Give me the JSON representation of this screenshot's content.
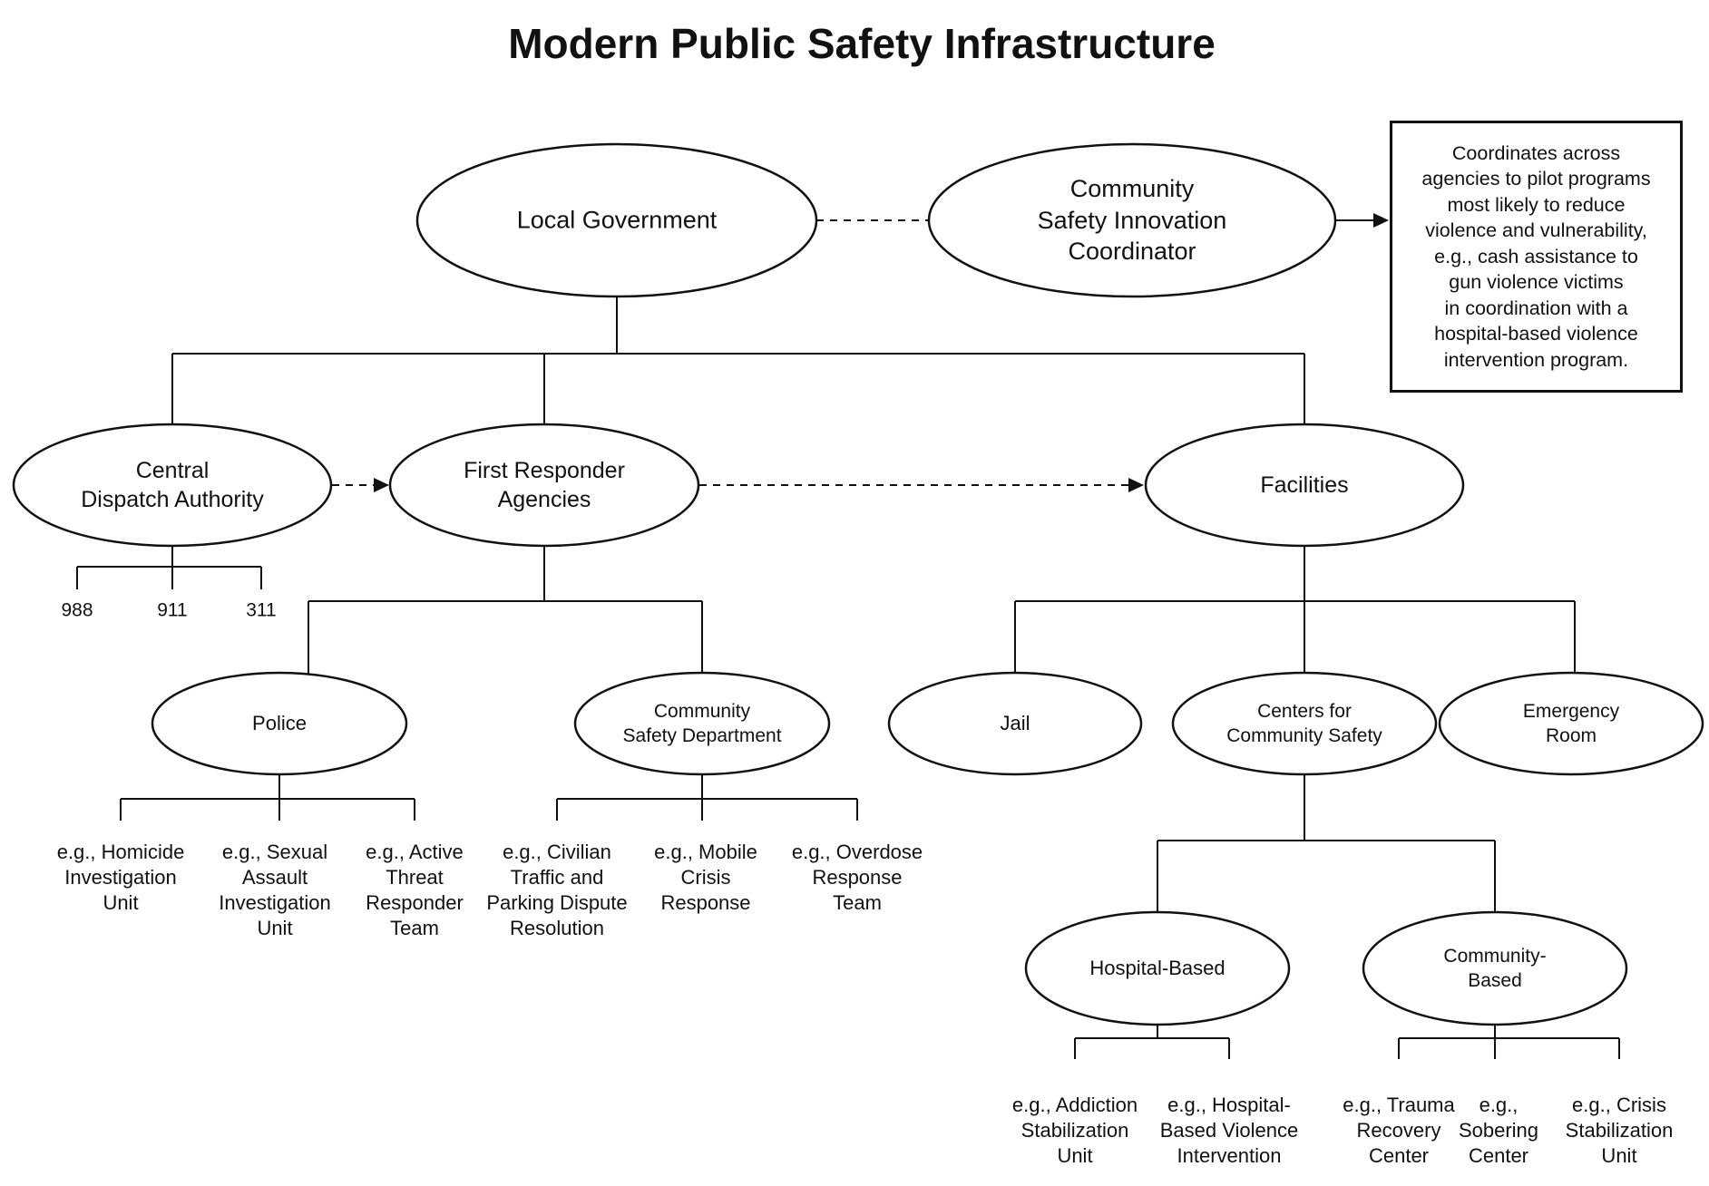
{
  "title": "Modern Public Safety Infrastructure",
  "nodes": {
    "local_government": "Local Government",
    "csic": "Community\nSafety Innovation\nCoordinator",
    "cda": "Central\nDispatch Authority",
    "fra": "First Responder\nAgencies",
    "facilities": "Facilities",
    "police": "Police",
    "csd": "Community\nSafety Department",
    "jail": "Jail",
    "centers": "Centers for\nCommunity Safety",
    "er": "Emergency\nRoom",
    "hospital_based": "Hospital-Based",
    "community_based": "Community-\nBased"
  },
  "hotlines": [
    "988",
    "911",
    "311"
  ],
  "examples": {
    "police": [
      "e.g., Homicide\nInvestigation\nUnit",
      "e.g., Sexual\nAssault\nInvestigation\nUnit",
      "e.g., Active\nThreat\nResponder\nTeam"
    ],
    "csd": [
      "e.g., Civilian\nTraffic and\nParking Dispute\nResolution",
      "e.g., Mobile\nCrisis\nResponse",
      "e.g., Overdose\nResponse\nTeam"
    ],
    "hospital_based": [
      "e.g., Addiction\nStabilization\nUnit",
      "e.g., Hospital-\nBased Violence\nIntervention"
    ],
    "community_based": [
      "e.g., Trauma\nRecovery\nCenter",
      "e.g.,\nSobering\nCenter",
      "e.g., Crisis\nStabilization\nUnit"
    ]
  },
  "annotation": "Coordinates across\nagencies to pilot programs\nmost likely to reduce\nviolence and vulnerability,\ne.g., cash assistance to\ngun violence victims\nin coordination with a\nhospital-based violence\nintervention program.",
  "colors": {
    "ink": "#111111",
    "background": "#ffffff"
  }
}
